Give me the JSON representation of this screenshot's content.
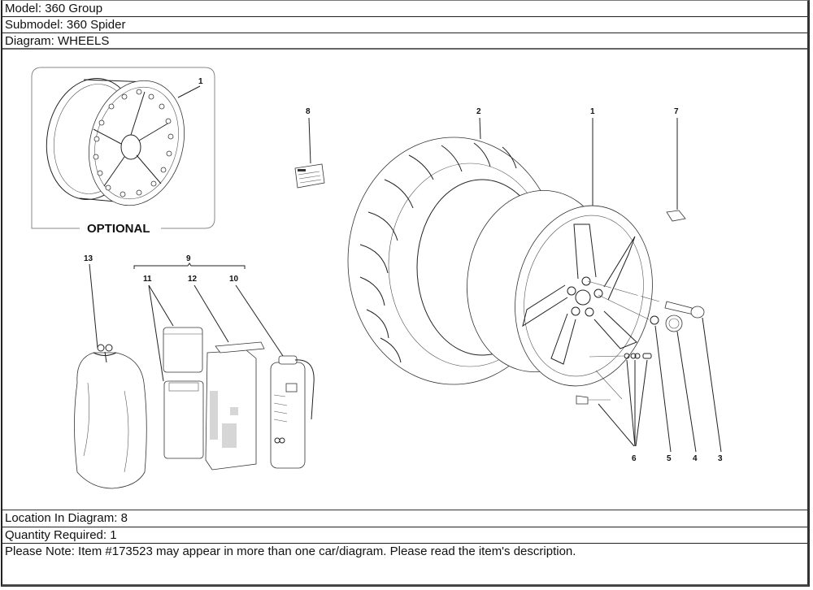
{
  "header": {
    "model_label": "Model: 360 Group",
    "submodel_label": "Submodel: 360 Spider",
    "diagram_label": "Diagram: WHEELS"
  },
  "diagram": {
    "optional_caption": "OPTIONAL",
    "callouts": {
      "c1_optional": "1",
      "c1": "1",
      "c2": "2",
      "c3": "3",
      "c4": "4",
      "c5": "5",
      "c6": "6",
      "c7": "7",
      "c8": "8",
      "c9": "9",
      "c10": "10",
      "c11": "11",
      "c12": "12",
      "c13": "13"
    }
  },
  "footer": {
    "location_label": "Location In Diagram: 8",
    "quantity_label": "Quantity Required: 1",
    "note": "Please Note: Item #173523 may appear in more than one car/diagram. Please read the item's description."
  }
}
